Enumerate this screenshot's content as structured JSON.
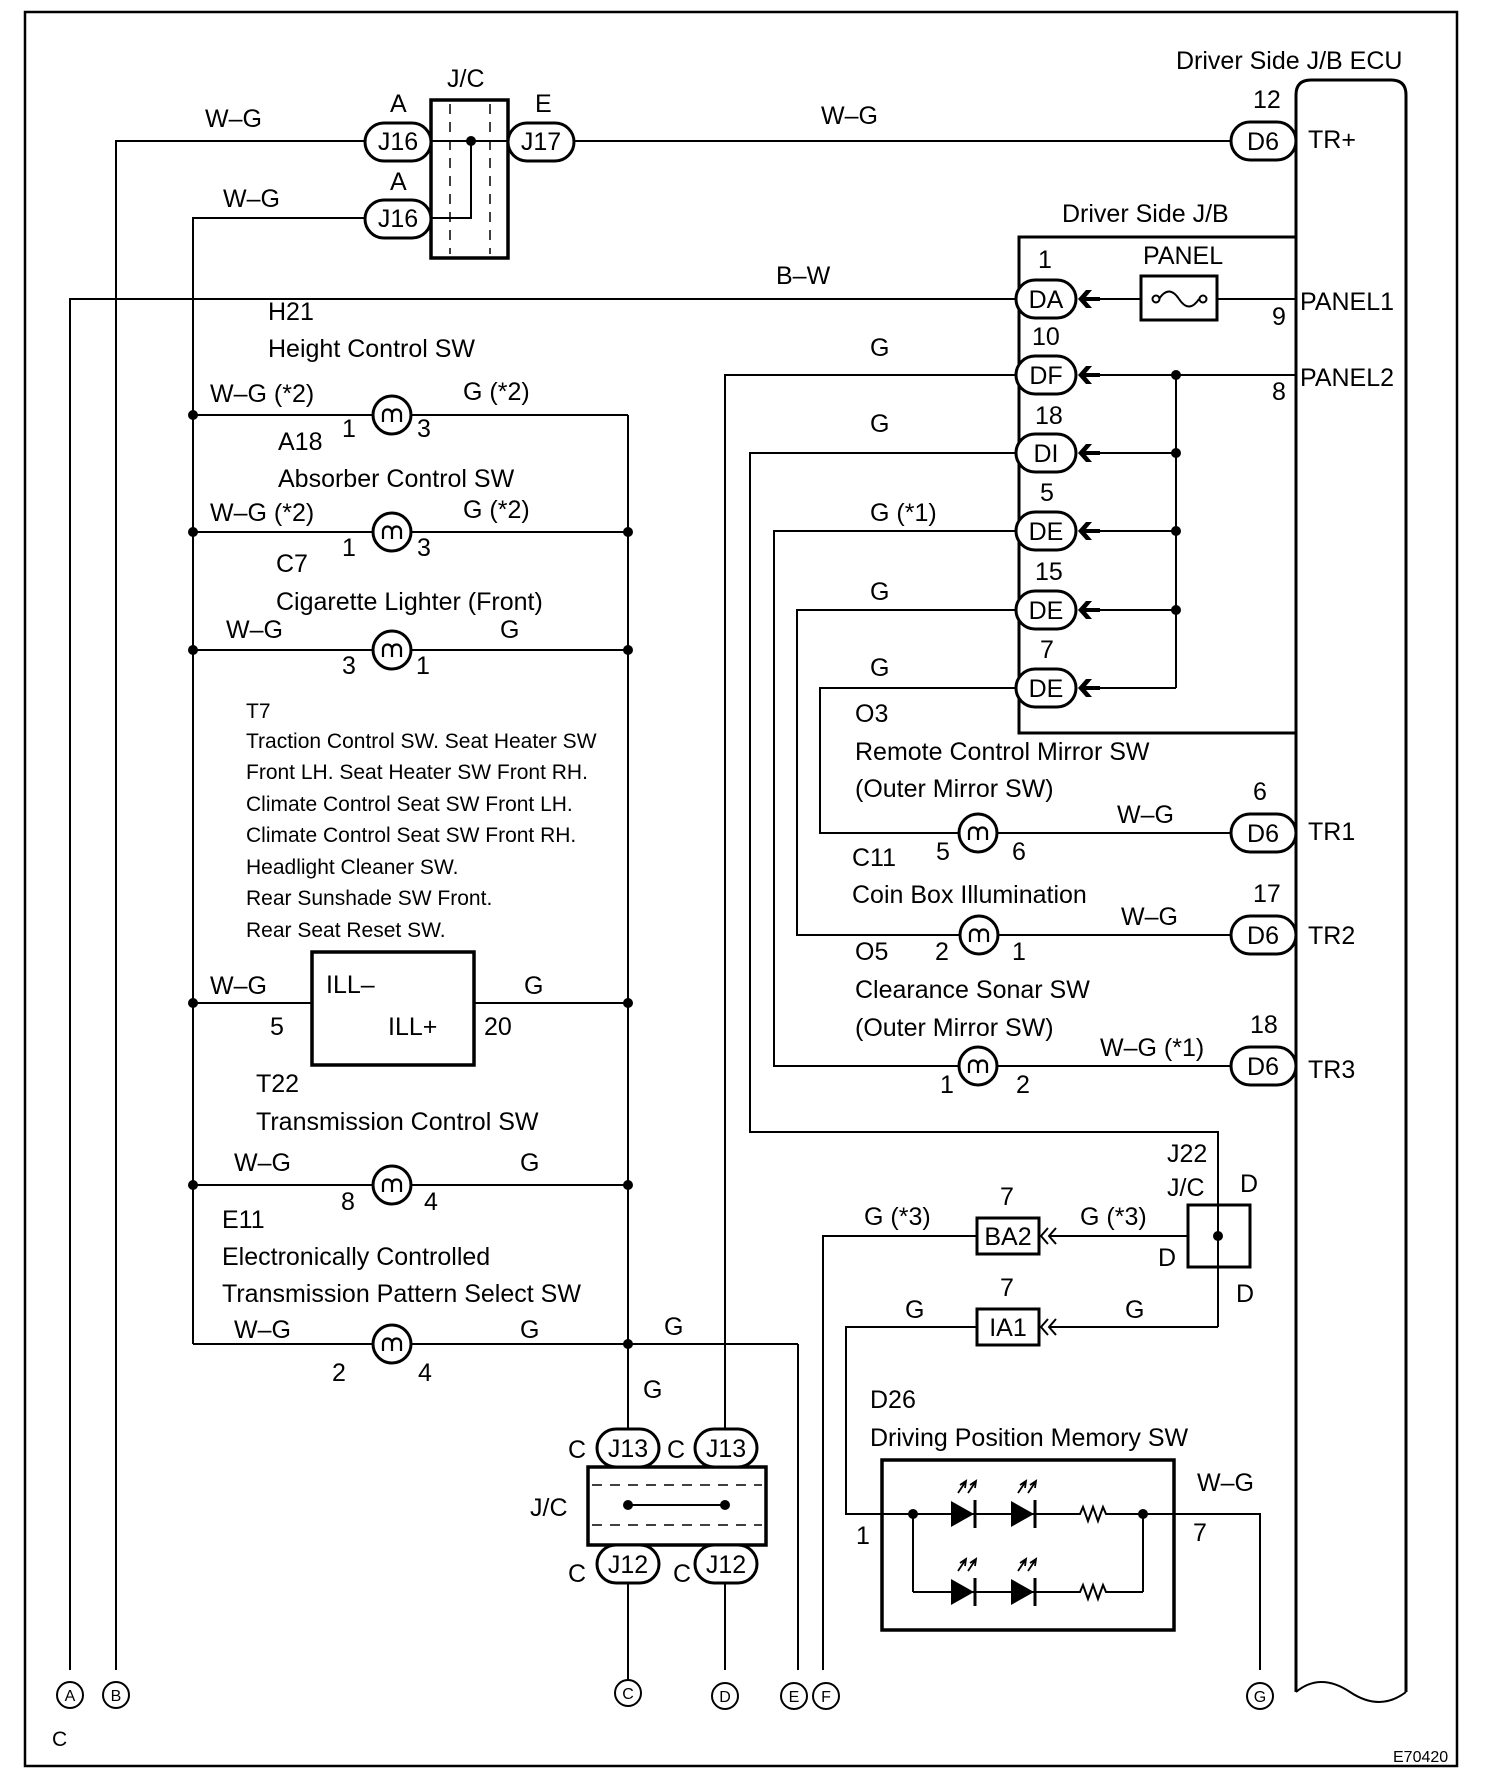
{
  "ecu": {
    "title": "Driver Side J/B ECU",
    "jb_title": "Driver Side J/B",
    "panel_fuse": "PANEL",
    "figure_id": "E70420"
  },
  "jc_top": {
    "label": "J/C",
    "conn_a1": "J16",
    "pin_a1": "A",
    "conn_a2": "J16",
    "pin_a2": "A",
    "conn_e": "J17",
    "pin_e": "E"
  },
  "ecu_pins": {
    "tr_plus": {
      "conn": "D6",
      "pin": "12",
      "label": "TR+"
    },
    "tr1": {
      "conn": "D6",
      "pin": "6",
      "label": "TR1"
    },
    "tr2": {
      "conn": "D6",
      "pin": "17",
      "label": "TR2"
    },
    "tr3": {
      "conn": "D6",
      "pin": "18",
      "label": "TR3"
    },
    "panel1": {
      "label": "PANEL1",
      "pin": "9"
    },
    "panel2": {
      "label": "PANEL2",
      "pin": "8"
    }
  },
  "jb_pins": [
    {
      "conn": "DA",
      "pin": "1"
    },
    {
      "conn": "DF",
      "pin": "10"
    },
    {
      "conn": "DI",
      "pin": "18"
    },
    {
      "conn": "DE",
      "pin": "5"
    },
    {
      "conn": "DE",
      "pin": "15"
    },
    {
      "conn": "DE",
      "pin": "7"
    }
  ],
  "wires": {
    "wg": "W–G",
    "bw": "B–W",
    "g": "G",
    "wg2": "W–G (*2)",
    "g2": "G (*2)",
    "g1": "G (*1)",
    "wg1": "W–G (*1)",
    "g3": "G (*3)"
  },
  "left_components": [
    {
      "code": "H21",
      "name": "Height Control SW",
      "pin_in": "1",
      "pin_out": "3"
    },
    {
      "code": "A18",
      "name": "Absorber Control SW",
      "pin_in": "1",
      "pin_out": "3"
    },
    {
      "code": "C7",
      "name": "Cigarette Lighter (Front)",
      "pin_in": "3",
      "pin_out": "1"
    },
    {
      "code": "T7",
      "lines": [
        "Traction Control SW. Seat Heater SW",
        "Front LH. Seat Heater SW Front RH.",
        "Climate Control Seat SW Front LH.",
        "Climate Control Seat SW Front RH.",
        "Headlight Cleaner SW.",
        "Rear Sunshade SW Front.",
        "Rear Seat Reset SW."
      ],
      "ill_minus": "ILL–",
      "ill_plus": "ILL+",
      "pin_in": "5",
      "pin_out": "20"
    },
    {
      "code": "T22",
      "name": "Transmission Control SW",
      "pin_in": "8",
      "pin_out": "4"
    },
    {
      "code": "E11",
      "name1": "Electronically Controlled",
      "name2": "Transmission Pattern Select SW",
      "pin_in": "2",
      "pin_out": "4"
    }
  ],
  "right_components": [
    {
      "code": "O3",
      "name1": "Remote Control Mirror SW",
      "name2": "(Outer Mirror SW)",
      "pin_in": "5",
      "pin_out": "6"
    },
    {
      "code": "C11",
      "name": "Coin Box Illumination",
      "pin_in": "2",
      "pin_out": "1"
    },
    {
      "code": "O5",
      "name1": "Clearance Sonar SW",
      "name2": "(Outer Mirror SW)",
      "pin_in": "1",
      "pin_out": "2"
    },
    {
      "code": "D26",
      "name": "Driving Position Memory SW",
      "pin_in": "1",
      "pin_out": "7"
    }
  ],
  "jc_bottom": {
    "label": "J/C",
    "top1": "J13",
    "top2": "J13",
    "bot1": "J12",
    "bot2": "J12",
    "pin": "C"
  },
  "jc_j22": {
    "code": "J22",
    "label": "J/C",
    "pin": "D"
  },
  "inline_conns": [
    {
      "conn": "BA2",
      "pin": "7"
    },
    {
      "conn": "IA1",
      "pin": "7"
    }
  ],
  "terminals": [
    "A",
    "B",
    "C",
    "D",
    "E",
    "F",
    "G"
  ],
  "footnote": "C"
}
